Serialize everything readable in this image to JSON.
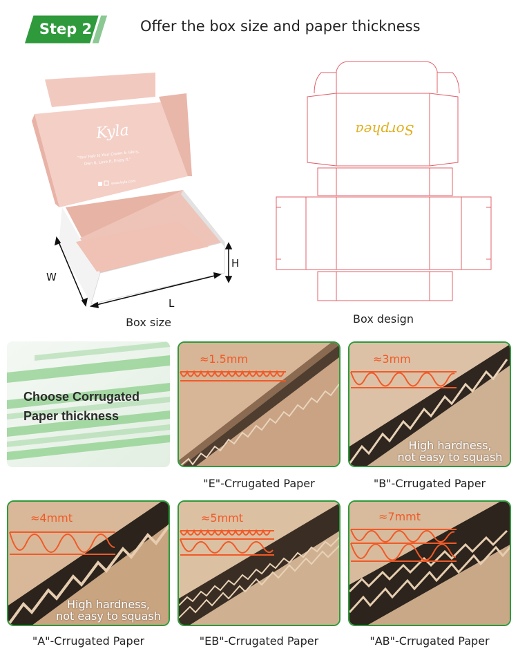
{
  "header": {
    "step_label": "Step 2",
    "title": "Offer the box size and paper thickness",
    "accent_color": "#2e9a3c"
  },
  "box_size": {
    "caption": "Box size",
    "dimensions": {
      "w": "W",
      "l": "L",
      "h": "H"
    },
    "lid_brand": "Kyla",
    "lid_tagline": "\"Your Hair Is Your Crown & Glory, Own It, Love It, Enjoy It.\"",
    "lid_footer": "www.kyla.com"
  },
  "box_design": {
    "caption": "Box design",
    "logo_text": "Sorphea",
    "line_color": "#e0606a"
  },
  "choose": {
    "title_line1": "Choose Corrugated",
    "title_line2": "Paper thickness"
  },
  "papers": [
    {
      "thickness": "≈1.5mm",
      "caption": "\"E\"-Crrugated Paper",
      "note": ""
    },
    {
      "thickness": "≈3mm",
      "caption": "\"B\"-Crrugated Paper",
      "note_line1": "High hardness,",
      "note_line2": "not easy to squash"
    },
    {
      "thickness": "≈4mmt",
      "caption": "\"A\"-Crrugated Paper",
      "note_line1": "High hardness,",
      "note_line2": "not easy to squash"
    },
    {
      "thickness": "≈5mmt",
      "caption": "\"EB\"-Crrugated Paper"
    },
    {
      "thickness": "≈7mmt",
      "caption": "\"AB\"-Crrugated Paper"
    }
  ],
  "icons": {
    "measure_color": "#f05a28"
  }
}
